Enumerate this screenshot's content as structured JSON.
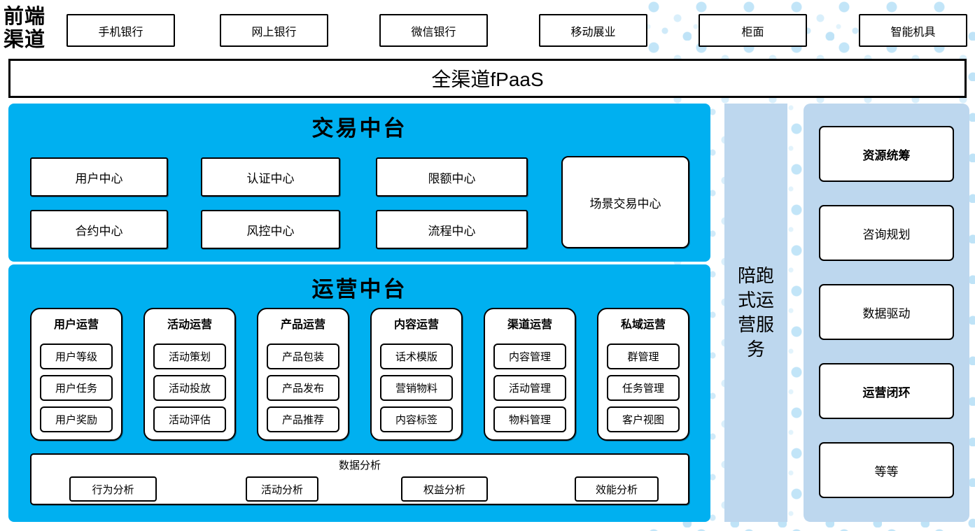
{
  "colors": {
    "primary_blue": "#00B0F0",
    "panel_light_blue": "#BDD7EE",
    "dot_blue": "#C2E5F8",
    "box_border": "#000000"
  },
  "front_channels": {
    "label": "前端渠道",
    "items": [
      "手机银行",
      "网上银行",
      "微信银行",
      "移动展业",
      "柜面",
      "智能机具"
    ]
  },
  "fpaas": {
    "label": "全渠道fPaaS"
  },
  "trade": {
    "title": "交易中台",
    "centers": [
      "用户中心",
      "认证中心",
      "限额中心",
      "合约中心",
      "风控中心",
      "流程中心"
    ],
    "scene_center": "场景交易中心"
  },
  "ops": {
    "title": "运营中台",
    "groups": [
      {
        "title": "用户运营",
        "items": [
          "用户等级",
          "用户任务",
          "用户奖励"
        ]
      },
      {
        "title": "活动运营",
        "items": [
          "活动策划",
          "活动投放",
          "活动评估"
        ]
      },
      {
        "title": "产品运营",
        "items": [
          "产品包装",
          "产品发布",
          "产品推荐"
        ]
      },
      {
        "title": "内容运营",
        "items": [
          "话术模版",
          "营销物料",
          "内容标签"
        ]
      },
      {
        "title": "渠道运营",
        "items": [
          "内容管理",
          "活动管理",
          "物料管理"
        ]
      },
      {
        "title": "私域运营",
        "items": [
          "群管理",
          "任务管理",
          "客户视图"
        ]
      }
    ],
    "data_analysis": {
      "title": "数据分析",
      "items": [
        "行为分析",
        "活动分析",
        "权益分析",
        "效能分析"
      ]
    }
  },
  "side_strip": {
    "label": "陪跑式运营服务"
  },
  "right_panel": {
    "items": [
      {
        "label": "资源统筹"
      },
      {
        "label": "咨询规划"
      },
      {
        "label": "数据驱动"
      },
      {
        "label": "运营闭环"
      },
      {
        "label": "等等"
      }
    ]
  }
}
